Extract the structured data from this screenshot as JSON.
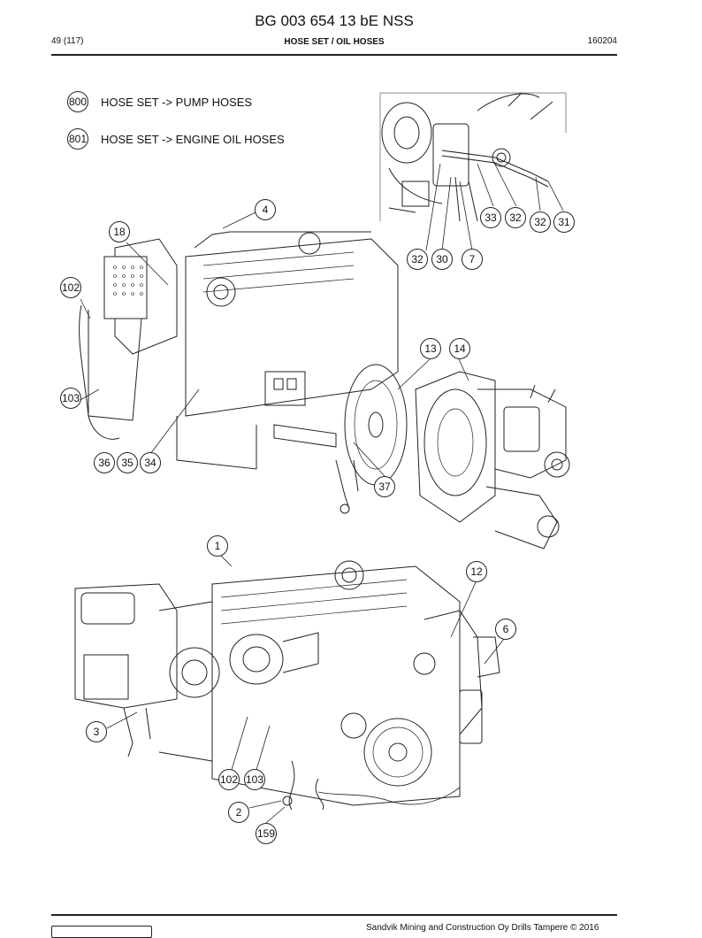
{
  "header": {
    "doc_title": "BG 003 654 13 bE NSS",
    "page_number": "49 (117)",
    "section_title": "HOSE SET / OIL HOSES",
    "date_code": "160204"
  },
  "legend": [
    {
      "ref": "800",
      "text": "HOSE SET -> PUMP HOSES"
    },
    {
      "ref": "801",
      "text": "HOSE SET -> ENGINE OIL HOSES"
    }
  ],
  "callouts": {
    "c31": "31",
    "c32a": "32",
    "c32b": "32",
    "c33": "33",
    "c32c": "32",
    "c30": "30",
    "c7": "7",
    "c4": "4",
    "c18": "18",
    "c102a": "102",
    "c103a": "103",
    "c36": "36",
    "c35": "35",
    "c34": "34",
    "c13": "13",
    "c14": "14",
    "c37": "37",
    "c1": "1",
    "c12": "12",
    "c6": "6",
    "c3": "3",
    "c102b": "102",
    "c103b": "103",
    "c2": "2",
    "c159": "159"
  },
  "footer": {
    "copyright": "Sandvik Mining and Construction Oy Drills Tampere © 2016"
  }
}
